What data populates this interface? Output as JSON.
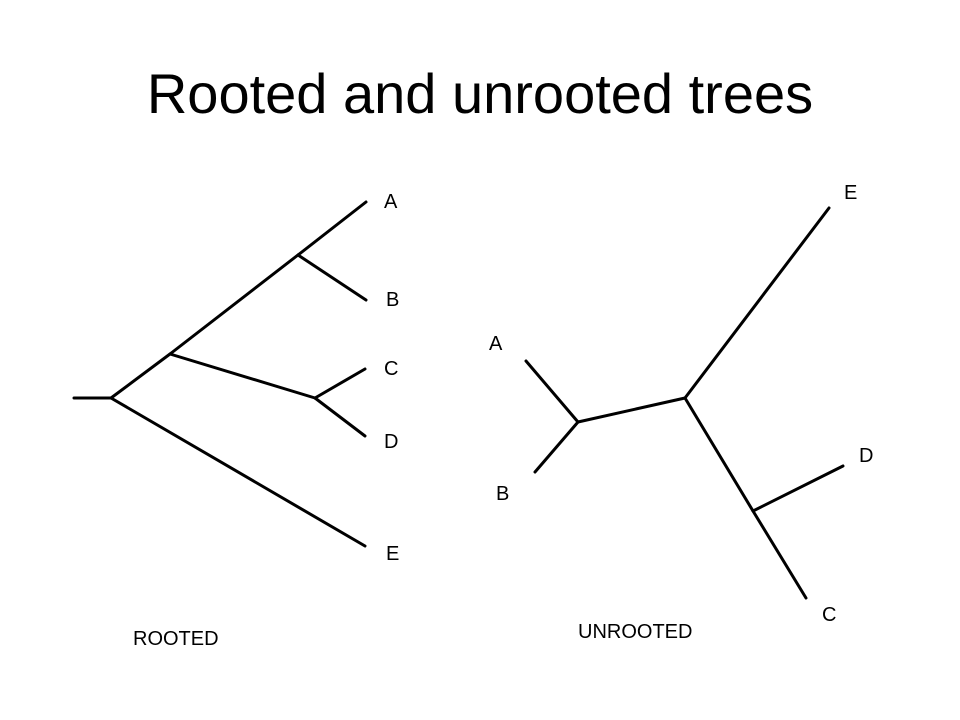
{
  "title": "Rooted and unrooted trees",
  "rooted": {
    "caption": "ROOTED",
    "leaves": {
      "a": "A",
      "b": "B",
      "c": "C",
      "d": "D",
      "e": "E"
    }
  },
  "unrooted": {
    "caption": "UNROOTED",
    "leaves": {
      "a": "A",
      "b": "B",
      "c": "C",
      "d": "D",
      "e": "E"
    }
  },
  "colors": {
    "line": "#000000",
    "text": "#000000",
    "background": "#ffffff"
  }
}
